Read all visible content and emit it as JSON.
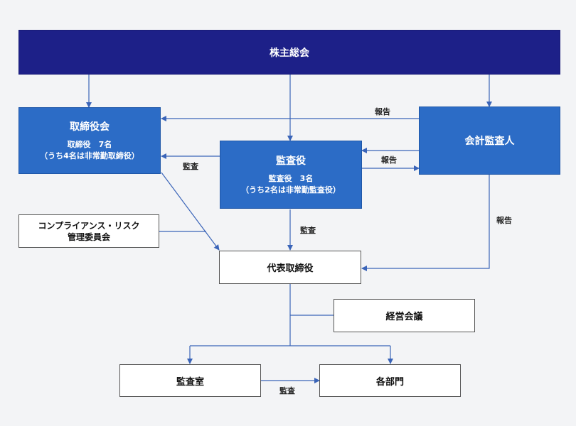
{
  "nodes": {
    "shareholders": {
      "title": "株主総会"
    },
    "board": {
      "title": "取締役会",
      "line1": "取締役　7名",
      "line2": "（うち4名は非常勤取締役）"
    },
    "auditors": {
      "title": "監査役",
      "line1": "監査役　3名",
      "line2": "（うち2名は非常勤監査役）"
    },
    "accounting_auditor": {
      "title": "会計監査人"
    },
    "compliance": {
      "line1": "コンプライアンス・リスク",
      "line2": "管理委員会"
    },
    "president": {
      "title": "代表取締役"
    },
    "management_meeting": {
      "title": "経営会議"
    },
    "audit_office": {
      "title": "監査室"
    },
    "departments": {
      "title": "各部門"
    }
  },
  "labels": {
    "report_top": "報告",
    "report_mid": "報告",
    "report_right": "報告",
    "audit_board": "監査",
    "audit_president": "監査",
    "audit_departments": "監査"
  },
  "colors": {
    "navy": "#1d2088",
    "blue": "#2c6cc6",
    "line": "#3a64b8"
  }
}
